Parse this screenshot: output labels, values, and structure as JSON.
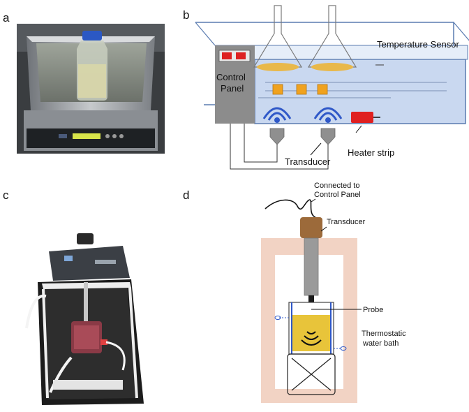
{
  "panels": {
    "a": {
      "letter": "a"
    },
    "b": {
      "letter": "b",
      "control_panel_line1": "Control",
      "control_panel_line2": "Panel",
      "temperature_sensor": "Temperature Sensor",
      "transducer": "Transducer",
      "heater_strip": "Heater strip"
    },
    "c": {
      "letter": "c"
    },
    "d": {
      "letter": "d",
      "connected_line1": "Connected to",
      "connected_line2": "Control Panel",
      "transducer": "Transducer",
      "probe": "Probe",
      "thermostatic_line1": "Thermostatic",
      "thermostatic_line2": "water bath"
    }
  },
  "colors": {
    "water": "#c9d8f0",
    "tank_outline": "#5a7bb0",
    "control_panel": "#8c8c8c",
    "culture": "#e8b84a",
    "block": "#f0a21f",
    "wave": "#2f58c8",
    "heater": "#e02020",
    "enclosure": "#f2d3c4",
    "transducer_cap": "#9c6a3a",
    "probe_rod": "#9a9a9a"
  },
  "icons": [
    "flask-icon",
    "ultrasound-wave-icon",
    "heater-icon",
    "stir-plate-icon"
  ]
}
